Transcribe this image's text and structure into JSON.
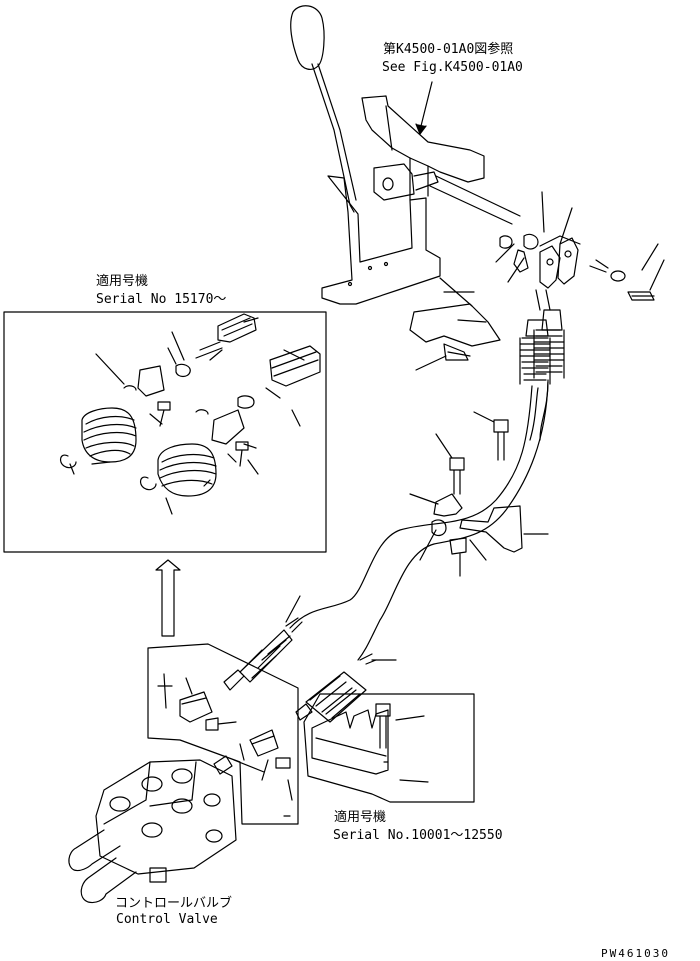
{
  "labels": {
    "ref_jp": "第K4500-01A0図参照",
    "ref_en": "See Fig.K4500-01A0",
    "serial_new_jp": "適用号機",
    "serial_new_en": "Serial No 15170～",
    "serial_old_jp": "適用号機",
    "serial_old_en": "Serial No.10001～12550",
    "valve_jp": "コントロールバルブ",
    "valve_en": "Control Valve",
    "drawing_no": "PW461030"
  }
}
